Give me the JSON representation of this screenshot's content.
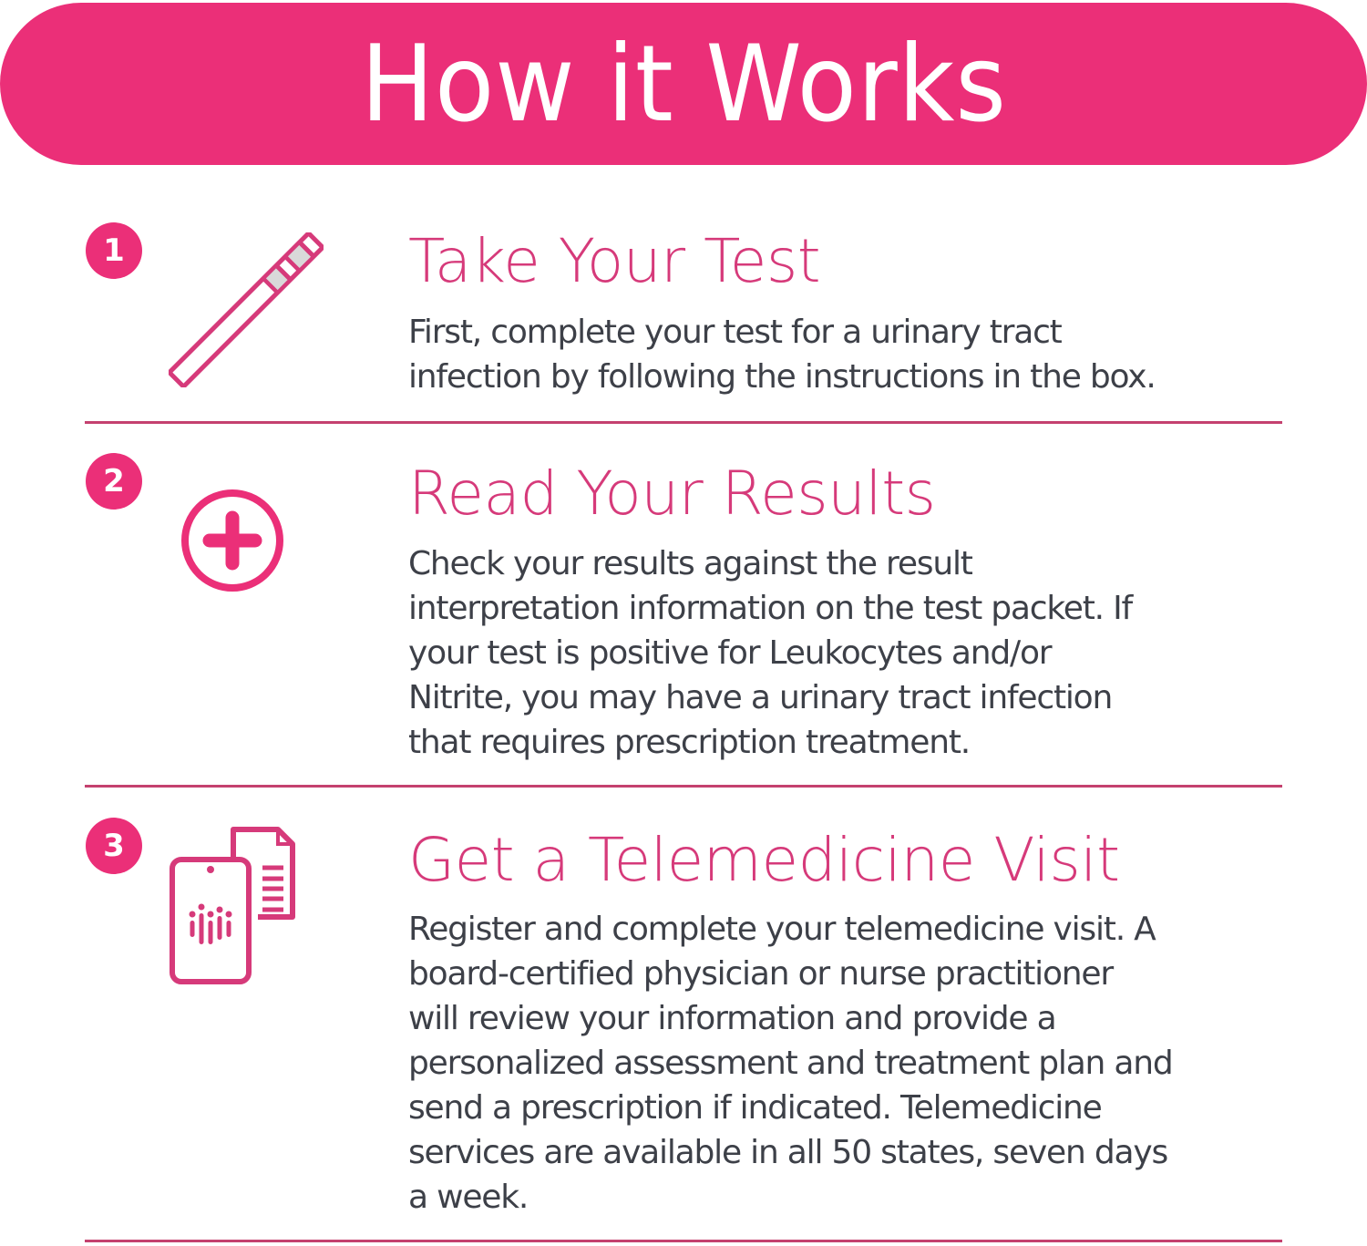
{
  "header": {
    "title": "How it Works",
    "color": "#eb2f78"
  },
  "steps": [
    {
      "number": "1",
      "icon": "test-strip-icon",
      "title": "Take Your Test",
      "lines": [
        "First, complete your test for a urinary tract",
        "infection by following the instructions in the box."
      ]
    },
    {
      "number": "2",
      "icon": "plus-circle-icon",
      "title": "Read Your Results",
      "lines": [
        "Check your results against the result",
        "interpretation information on the test packet. If",
        "your test is positive for Leukocytes and/or",
        "Nitrite, you may have a urinary tract infection",
        "that requires prescription treatment."
      ]
    },
    {
      "number": "3",
      "icon": "phone-document-icon",
      "title": "Get a Telemedicine Visit",
      "lines": [
        "Register and complete your telemedicine visit. A",
        "board-certified physician or nurse practitioner",
        "will review your information and provide a",
        "personalized assessment and treatment plan and",
        "send a prescription if indicated. Telemedicine",
        "services are available in all 50 states, seven days",
        "a week."
      ]
    }
  ],
  "colors": {
    "accent": "#eb2f78",
    "title_text": "#d63a7a",
    "body_text": "#3d4048",
    "divider": "#c4416f"
  }
}
